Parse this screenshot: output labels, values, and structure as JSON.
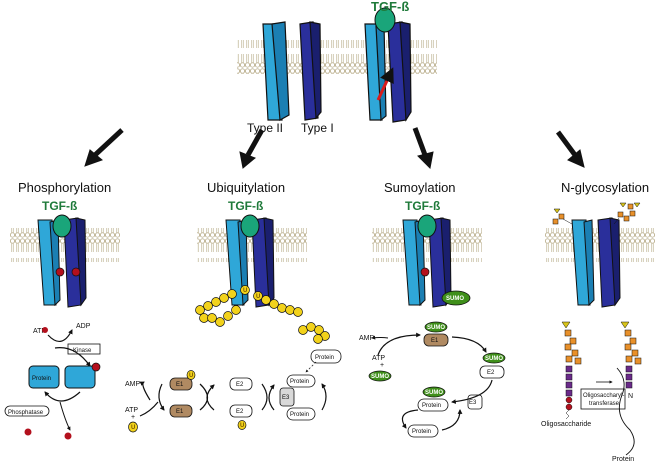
{
  "ligand": {
    "label": "TGF-ß"
  },
  "receptors": {
    "type2_label": "Type II",
    "type1_label": "Type I"
  },
  "pathways": [
    {
      "title": "Phosphorylation"
    },
    {
      "title": "Ubiquitylation"
    },
    {
      "title": "Sumoylation"
    },
    {
      "title": "N-glycosylation"
    }
  ],
  "phosphorylation": {
    "atp": "ATP",
    "adp": "ADP",
    "kinase": "Kinase",
    "protein": "Protein",
    "phosphatase": "Phosphatase"
  },
  "ubiquitylation": {
    "amp": "AMP",
    "atp": "ATP",
    "plus": "+",
    "u": "U",
    "e1": "E1",
    "e2": "E2",
    "e3": "E3",
    "protein": "Protein"
  },
  "sumoylation": {
    "amp": "AMP",
    "atp": "ATP",
    "plus": "+",
    "sumo": "SUMO",
    "e1": "E1",
    "e2": "E2",
    "e3": "E3",
    "protein": "Protein"
  },
  "nglycosylation": {
    "enzyme_line1": "Oligosaccharyl-",
    "enzyme_line2": "transferase",
    "n": "N",
    "oligosaccharide": "Oligosaccharide",
    "protein": "Protein"
  },
  "colors": {
    "type2": "#2fa7d8",
    "type1": "#2a2f9b",
    "ligand": "#1aa57a",
    "ubiquitin": "#f2d21b",
    "sumo": "#3f8f1a",
    "enzyme_e1": "#b08a62",
    "phospho": "#b3101d",
    "membrane": "#c8b98f"
  }
}
